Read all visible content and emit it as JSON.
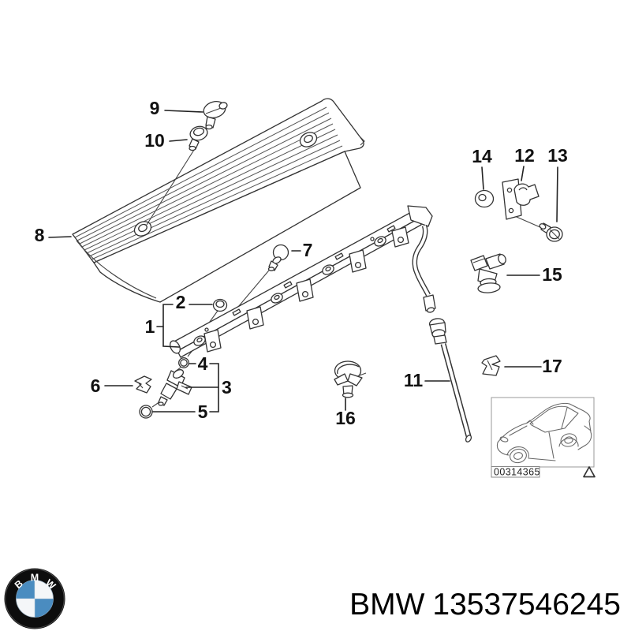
{
  "diagram": {
    "title_hint": "BMW fuel injection valve / fuel rail exploded parts diagram",
    "callouts": {
      "c1": "1",
      "c2": "2",
      "c3": "3",
      "c4": "4",
      "c5": "5",
      "c6": "6",
      "c7": "7",
      "c8": "8",
      "c9": "9",
      "c10": "10",
      "c11": "11",
      "c12": "12",
      "c13": "13",
      "c14": "14",
      "c15": "15",
      "c16": "16",
      "c17": "17"
    },
    "icons": {
      "engine_cover": "ribbed-engine-cover",
      "fuel_rail": "fuel-rail-bar",
      "injector": "fuel-injector",
      "hose": "vent-hose",
      "thumbnail_car": "bmw-coupe-sketch",
      "triangle_marker": "delta-triangle"
    }
  },
  "thumbnail": {
    "drawing_number": "00314365"
  },
  "footer": {
    "brand": "BMW",
    "part_number": "13537546245",
    "logo": {
      "letters": [
        "B",
        "M",
        "W"
      ]
    }
  },
  "colors": {
    "line": "#333333",
    "label": "#111111",
    "logo_blue": "#4a8cc0",
    "logo_ring": "#0d0d0d",
    "background": "#ffffff"
  }
}
